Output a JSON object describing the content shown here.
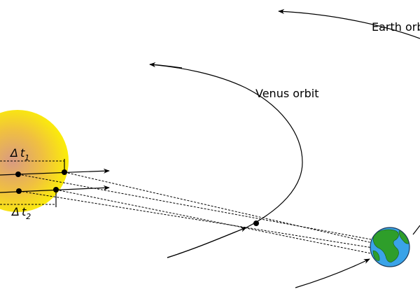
{
  "labels": {
    "earth_orbit": "Earth orbit",
    "venus_orbit": "Venus orbit",
    "delta_symbol": "Δ",
    "t_letter": "t",
    "dt1_sub": "1",
    "dt2_sub": "2"
  },
  "colors": {
    "sun_center": "#d99a82",
    "sun_mid": "#f0c040",
    "sun_edge": "#fbee08",
    "earth_ocean": "#3aa3e8",
    "earth_land": "#2e9e2a",
    "lines": "#000000"
  },
  "icons": {
    "sun": "sun-disk",
    "venus": "planet-dot",
    "earth": "earth-globe"
  }
}
